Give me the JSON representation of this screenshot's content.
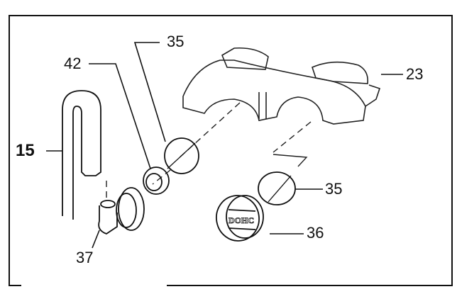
{
  "labels": {
    "upper_o_ring": "35",
    "seal_ring": "42",
    "cover": "23",
    "hose": "15",
    "lower_o_ring": "35",
    "cap": "36",
    "elbow": "37"
  },
  "cap_text": "DOHC"
}
